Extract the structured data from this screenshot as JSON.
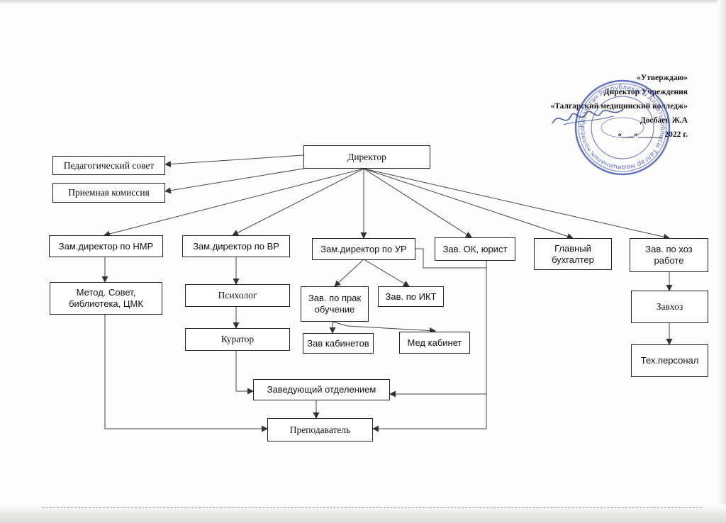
{
  "approval": {
    "line1": "«Утверждаю»",
    "line2": "Директор Учреждения",
    "line3": "«Талгарский медицинский колледж»",
    "line4": "Досбаев Ж.А",
    "line5": "«___»______ 2022 г.",
    "stamp_text": "Қазақстан Республикасы Алматы облысы Талгар медициналық колледжі"
  },
  "nodes": {
    "director": "Директор",
    "ped_council": "Педагогический совет",
    "admission": "Приемная комиссия",
    "dep_nmr": "Зам.директор по НМР",
    "dep_vr": "Зам.директор по ВР",
    "dep_ur": "Зам.директор по УР",
    "ok_lawyer": "Зав. ОК, юрист",
    "accountant": "Главный бухгалтер",
    "hoz": "Зав. по хоз работе",
    "method": "Метод. Совет, библиотека, ЦМК",
    "psych": "Психолог",
    "prak": "Зав. по прак обучение",
    "ikt": "Зав. по ИКТ",
    "curator": "Куратор",
    "cabinets": "Зав кабинетов",
    "med": "Мед кабинет",
    "zavhoz": "Завхоз",
    "tech": "Тех.персонал",
    "dept_head": "Заведующий отделением",
    "teacher": "Преподаватель"
  }
}
